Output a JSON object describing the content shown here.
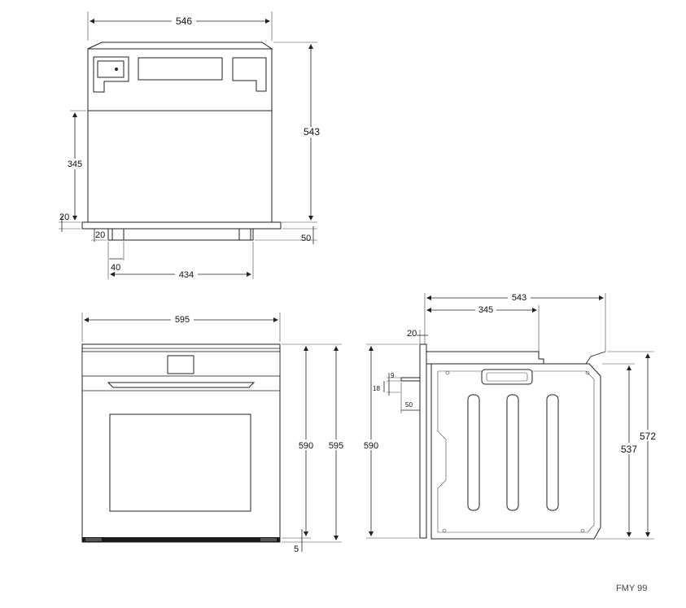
{
  "top_view": {
    "width_top": "546",
    "height_right": "543",
    "height_left": "345",
    "frame_thickness": "20",
    "front_offset": "20",
    "depth_bottom": "50",
    "left_offset": "40",
    "base_width": "434"
  },
  "front_view": {
    "width": "595",
    "height_inner": "590",
    "height_outer": "595",
    "bottom_gap": "5"
  },
  "side_view": {
    "depth_total": "543",
    "depth_partial": "345",
    "front_thickness": "20",
    "height_front": "590",
    "height_right": "572",
    "height_inner": "537",
    "handle_gap": "9",
    "handle_height": "18",
    "handle_depth": "50"
  },
  "model_code": "FMY 99"
}
